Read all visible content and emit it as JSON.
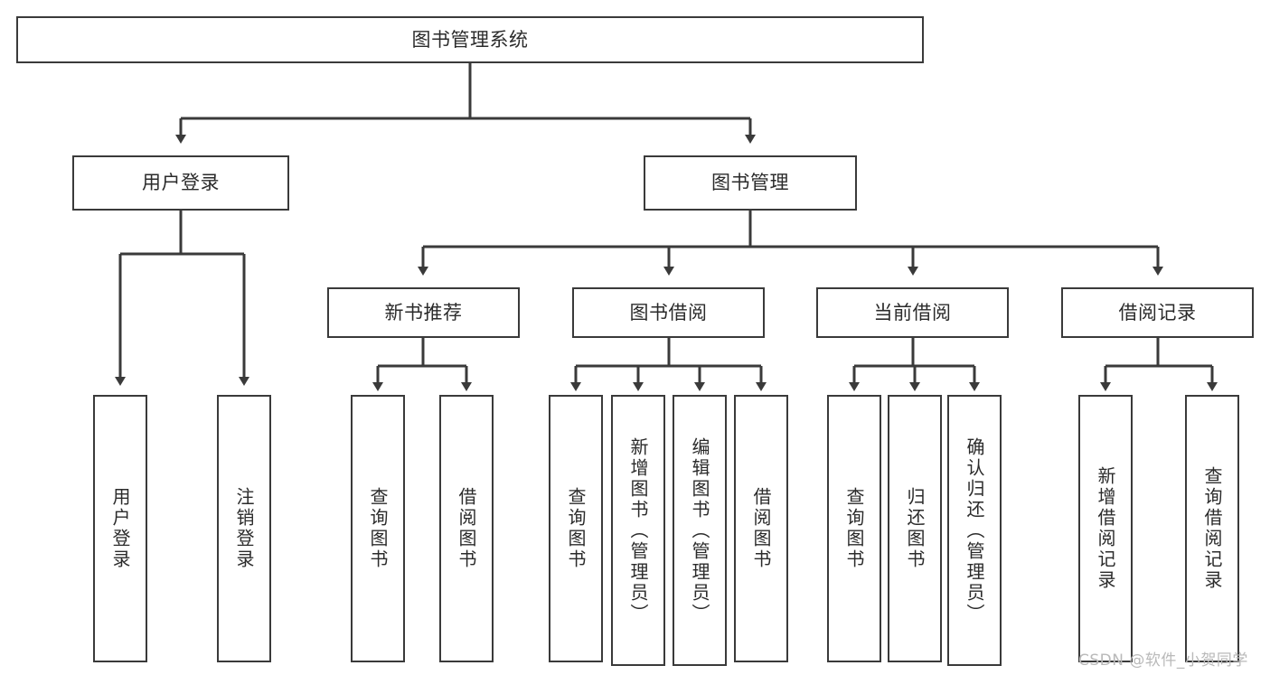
{
  "diagram": {
    "type": "hierarchy-tree",
    "title": "图书管理系统",
    "watermark": "CSDN @软件_小贺同学",
    "colors": {
      "stroke": "#3a3a3a",
      "text": "#2b2b2b",
      "background": "#ffffff",
      "watermark": "#b9b9b9"
    },
    "nodes": {
      "root": {
        "label": "图书管理系统"
      },
      "level2": [
        {
          "label": "用户登录"
        },
        {
          "label": "图书管理"
        }
      ],
      "level3": [
        {
          "label": "新书推荐"
        },
        {
          "label": "图书借阅"
        },
        {
          "label": "当前借阅"
        },
        {
          "label": "借阅记录"
        }
      ],
      "leaves_user_login": [
        {
          "label": "用户登录"
        },
        {
          "label": "注销登录"
        }
      ],
      "leaves_new_book": [
        {
          "label": "查询图书"
        },
        {
          "label": "借阅图书"
        }
      ],
      "leaves_borrow": [
        {
          "label": "查询图书"
        },
        {
          "label": "新增图书（管理员）"
        },
        {
          "label": "编辑图书（管理员）"
        },
        {
          "label": "借阅图书"
        }
      ],
      "leaves_current": [
        {
          "label": "查询图书"
        },
        {
          "label": "归还图书"
        },
        {
          "label": "确认归还（管理员）"
        }
      ],
      "leaves_record": [
        {
          "label": "新增借阅记录"
        },
        {
          "label": "查询借阅记录"
        }
      ]
    }
  }
}
